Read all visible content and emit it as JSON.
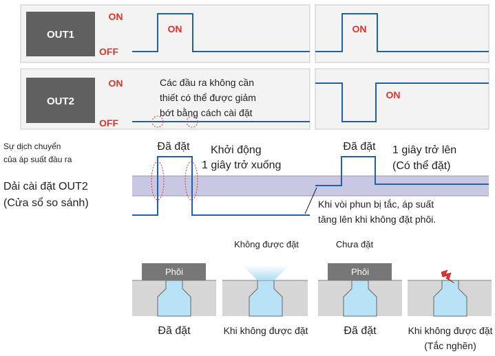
{
  "signals": {
    "out1": {
      "label": "OUT1",
      "on": "ON",
      "off": "OFF",
      "pulse_a": "ON",
      "pulse_b": "ON"
    },
    "out2": {
      "label": "OUT2",
      "on": "ON",
      "off": "OFF",
      "pulse_b": "ON",
      "note_line1": "Các đầu ra không cần",
      "note_line2": "thiết có thể được giảm",
      "note_line3": "bớt bằng cách cài đặt"
    }
  },
  "pressure": {
    "title_line1": "Sự dịch chuyển",
    "title_line2": "của áp suất đầu ra",
    "range_line1": "Dải cài đặt OUT2",
    "range_line2": "(Cửa sổ so sánh)",
    "set_a": "Đã đặt",
    "startup_line1": "Khởi động",
    "startup_line2": "1 giây trở xuống",
    "set_b": "Đã đặt",
    "rise_line1": "1 giây trở lên",
    "rise_line2": "(Có thể đặt)",
    "clog_line1": "Khi vòi phun bị tắc, áp suất",
    "clog_line2": "tăng lên khi không đặt phôi."
  },
  "illustrations": {
    "top_label_2": "Không được đặt",
    "top_label_3": "Chưa đặt",
    "workpiece_1": "Phôi",
    "workpiece_3": "Phôi",
    "caption_1": "Đã đặt",
    "caption_2": "Khi không được đặt",
    "caption_3": "Đã đặt",
    "caption_4_line1": "Khi không được đặt",
    "caption_4_line2": "(Tắc nghẽn)"
  },
  "colors": {
    "red": "#e4322b",
    "blue": "#1f5fae",
    "band": "#c8c8e4",
    "box": "#606060",
    "panel": "#f3f3f3",
    "block": "#d6d6d6",
    "fluid": "#b8e2f5"
  }
}
